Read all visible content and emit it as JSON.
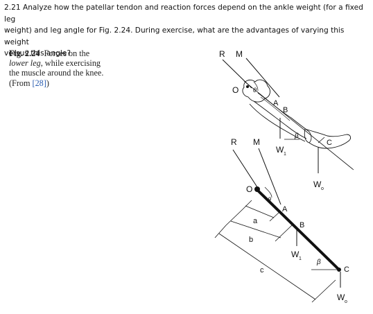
{
  "question": {
    "line1": "2.21 Analyze how the patellar tendon and reaction forces depend on the ankle weight (for a fixed leg",
    "line2": "weight) and leg angle for Fig. 2.24. During exercise, what are the advantages of varying this weight",
    "line3": "versus this angle?"
  },
  "caption": {
    "fig_label": "Fig. 2.24",
    "line1_rest": "Forces on the",
    "line2": "lower leg",
    "line2_rest": ", while exercising",
    "line3": "the muscle around the knee.",
    "line4_prefix": "(From ",
    "line4_ref": "[28]",
    "line4_suffix": ")"
  },
  "top_diagram": {
    "R": "R",
    "M": "M",
    "O": "O",
    "theta": "θ",
    "A": "A",
    "B": "B",
    "C": "C",
    "beta": "β",
    "W1": "W",
    "W1_sub": "1",
    "Wo": "W",
    "Wo_sub": "o"
  },
  "bottom_diagram": {
    "R": "R",
    "M": "M",
    "O": "O",
    "theta": "θ",
    "A": "A",
    "B": "B",
    "C": "C",
    "beta": "β",
    "a": "a",
    "b": "b",
    "c": "c",
    "W1": "W",
    "W1_sub": "1",
    "Wo": "W",
    "Wo_sub": "o"
  }
}
